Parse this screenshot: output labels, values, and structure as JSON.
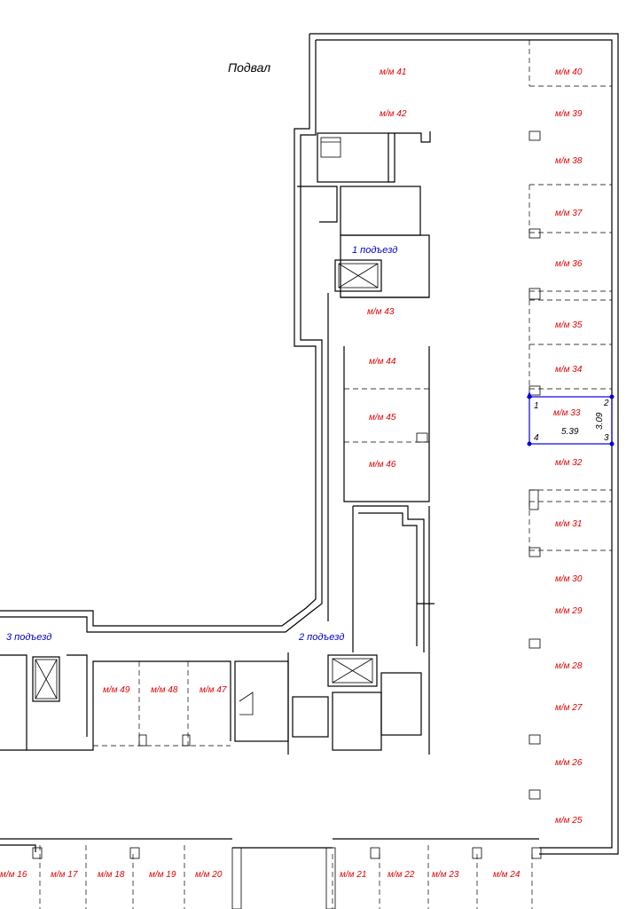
{
  "plan": {
    "title": "Подвал",
    "colors": {
      "spot": "#e00000",
      "entrance": "#0000cc",
      "selection": "#0000dd",
      "walls": "#000000"
    },
    "entrances": [
      {
        "id": "e1",
        "label": "1 подъезд"
      },
      {
        "id": "e2",
        "label": "2 подъезд"
      },
      {
        "id": "e3",
        "label": "3 подъезд"
      }
    ],
    "spots": [
      {
        "id": "s16",
        "label": "м/м 16"
      },
      {
        "id": "s17",
        "label": "м/м 17"
      },
      {
        "id": "s18",
        "label": "м/м 18"
      },
      {
        "id": "s19",
        "label": "м/м 19"
      },
      {
        "id": "s20",
        "label": "м/м 20"
      },
      {
        "id": "s21",
        "label": "м/м 21"
      },
      {
        "id": "s22",
        "label": "м/м 22"
      },
      {
        "id": "s23",
        "label": "м/м 23"
      },
      {
        "id": "s24",
        "label": "м/м 24"
      },
      {
        "id": "s25",
        "label": "м/м 25"
      },
      {
        "id": "s26",
        "label": "м/м 26"
      },
      {
        "id": "s27",
        "label": "м/м 27"
      },
      {
        "id": "s28",
        "label": "м/м 28"
      },
      {
        "id": "s29",
        "label": "м/м 29"
      },
      {
        "id": "s30",
        "label": "м/м 30"
      },
      {
        "id": "s31",
        "label": "м/м 31"
      },
      {
        "id": "s32",
        "label": "м/м 32"
      },
      {
        "id": "s33",
        "label": "м/м 33"
      },
      {
        "id": "s34",
        "label": "м/м 34"
      },
      {
        "id": "s35",
        "label": "м/м 35"
      },
      {
        "id": "s36",
        "label": "м/м 36"
      },
      {
        "id": "s37",
        "label": "м/м 37"
      },
      {
        "id": "s38",
        "label": "м/м 38"
      },
      {
        "id": "s39",
        "label": "м/м 39"
      },
      {
        "id": "s40",
        "label": "м/м 40"
      },
      {
        "id": "s41",
        "label": "м/м 41"
      },
      {
        "id": "s42",
        "label": "м/м 42"
      },
      {
        "id": "s43",
        "label": "м/м 43"
      },
      {
        "id": "s44",
        "label": "м/м 44"
      },
      {
        "id": "s45",
        "label": "м/м 45"
      },
      {
        "id": "s46",
        "label": "м/м 46"
      },
      {
        "id": "s47",
        "label": "м/м 47"
      },
      {
        "id": "s48",
        "label": "м/м 48"
      },
      {
        "id": "s49",
        "label": "м/м 49"
      }
    ],
    "selection": {
      "spot": "м/м 33",
      "width": "5.39",
      "height": "3.09",
      "vertices": [
        "1",
        "2",
        "3",
        "4"
      ]
    }
  }
}
